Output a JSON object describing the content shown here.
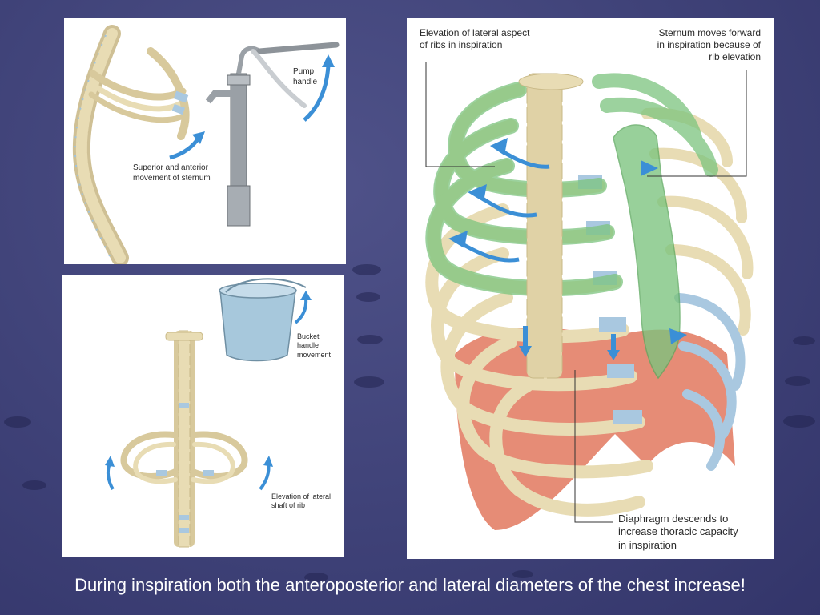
{
  "colors": {
    "background": "#3f4278",
    "bone": "#e8dcb4",
    "cartilage": "#a9c8e0",
    "lung_green": "#7cc47e",
    "diaphragm": "#e2785e",
    "arrow_blue": "#3b8fd6"
  },
  "panels": {
    "pump_handle": {
      "sternum_label": [
        "Superior and anterior",
        "movement of sternum"
      ],
      "pump_label": [
        "Pump",
        "handle"
      ]
    },
    "bucket_handle": {
      "bucket_label": [
        "Bucket",
        "handle",
        "movement"
      ],
      "rib_label": [
        "Elevation of lateral",
        "shaft of rib"
      ]
    },
    "ribcage": {
      "lateral_label": [
        "Elevation of lateral aspect",
        "of ribs in inspiration"
      ],
      "sternum_label": [
        "Sternum moves forward",
        "in inspiration because of",
        "rib elevation"
      ],
      "diaphragm_label": [
        "Diaphragm descends to",
        "increase thoracic capacity",
        "in inspiration"
      ]
    }
  },
  "caption": "During inspiration both the anteroposterior and lateral diameters of the chest increase!"
}
